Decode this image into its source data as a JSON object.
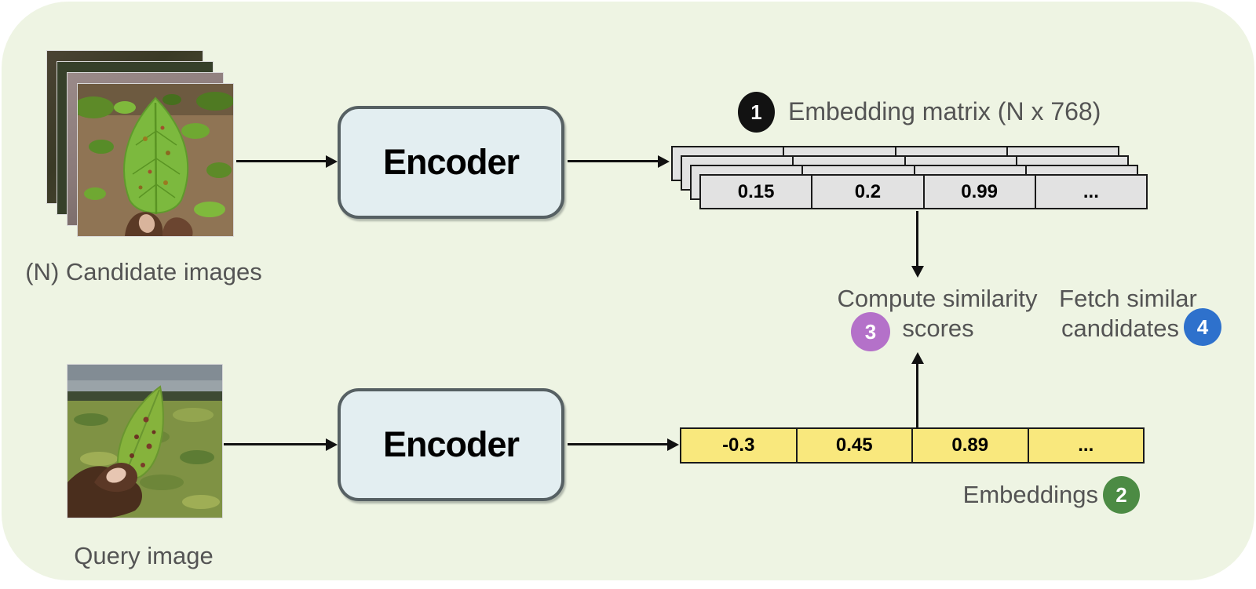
{
  "diagram": {
    "candidate_stack": {
      "label": "(N) Candidate images"
    },
    "query": {
      "label": "Query image"
    },
    "encoder_top": {
      "label": "Encoder"
    },
    "encoder_bottom": {
      "label": "Encoder"
    },
    "embedding_matrix": {
      "badge": "1",
      "title": "Embedding matrix (N x 768)",
      "front_row_values": [
        "0.15",
        "0.2",
        "0.99",
        "..."
      ]
    },
    "query_embedding": {
      "badge": "2",
      "label": "Embeddings",
      "values": [
        "-0.3",
        "0.45",
        "0.89",
        "..."
      ]
    },
    "similarity": {
      "badge": "3",
      "line1": "Compute similarity",
      "line2": "scores"
    },
    "fetch": {
      "badge": "4",
      "line1": "Fetch similar",
      "line2": "candidates"
    },
    "colors": {
      "background": "#eef4e3",
      "encoder_fill": "#e3eef1",
      "encoder_border": "#566063",
      "matrix_cell_gray": "#e2e2e2",
      "embedding_yellow": "#f9e87d",
      "badge1_black": "#121212",
      "badge2_green": "#4c8b44",
      "badge3_purple": "#b471c9",
      "badge4_blue": "#2e71cc",
      "label_text": "#545454",
      "arrow_ink": "#111111"
    }
  }
}
